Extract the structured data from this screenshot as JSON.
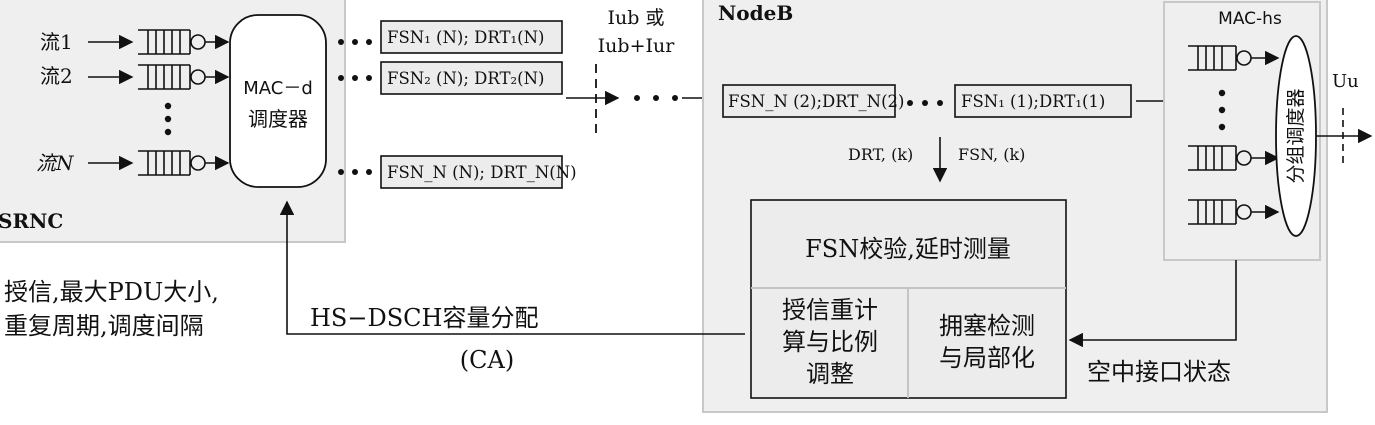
{
  "srnc": {
    "label": "SRNC",
    "flows": [
      "流1",
      "流2",
      "流N"
    ],
    "scheduler": [
      "MAC－d",
      "调度器"
    ],
    "frames": [
      "FSN₁ (N); DRT₁(N)",
      "FSN₂ (N); DRT₂(N)",
      "FSN_N (N); DRT_N(N)"
    ]
  },
  "interface": {
    "iub": [
      "Iub 或",
      "Iub+Iur"
    ],
    "uu": "Uu"
  },
  "nodeb": {
    "label": "NodeB",
    "frames": [
      "FSN_N (2);DRT_N(2)",
      "FSN₁ (1);DRT₁(1)"
    ],
    "drt_label": "DRT, (k)",
    "fsn_label": "FSN, (k)",
    "fsn_check": "FSN校验,延时测量",
    "credit_calc": [
      "授信重计",
      "算与比例",
      "调整"
    ],
    "congestion": [
      "拥塞检测",
      "与局部化"
    ],
    "mac_hs": "MAC-hs",
    "packet_scheduler": "分组调度器",
    "air_state": "空中接口状态"
  },
  "feedback": {
    "hsdsch": "HS−DSCH容量分配",
    "ca": "(CA)",
    "params": [
      "授信,最大PDU大小,",
      "重复周期,调度间隔"
    ]
  },
  "colors": {
    "line": "#111111",
    "region_fill": "#efefef",
    "region_border": "#c8c8c8"
  }
}
